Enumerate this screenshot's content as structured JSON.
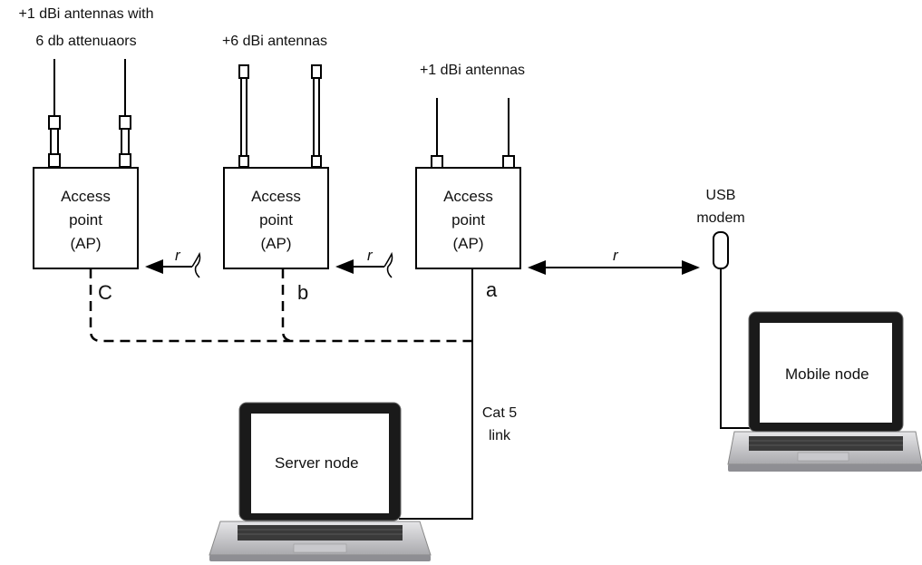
{
  "labels": {
    "antenna_c_line1": "+1 dBi antennas with",
    "antenna_c_line2": "6 db attenuaors",
    "antenna_b": "+6 dBi antennas",
    "antenna_a": "+1 dBi antennas",
    "usb_line1": "USB",
    "usb_line2": "modem",
    "range": "r",
    "cat5_line1": "Cat 5",
    "cat5_line2": "link"
  },
  "access_points": [
    {
      "id": "C",
      "line1": "Access",
      "line2": "point",
      "line3": "(AP)"
    },
    {
      "id": "b",
      "line1": "Access",
      "line2": "point",
      "line3": "(AP)"
    },
    {
      "id": "a",
      "line1": "Access",
      "line2": "point",
      "line3": "(AP)"
    }
  ],
  "nodes": {
    "server": "Server node",
    "mobile": "Mobile node"
  }
}
